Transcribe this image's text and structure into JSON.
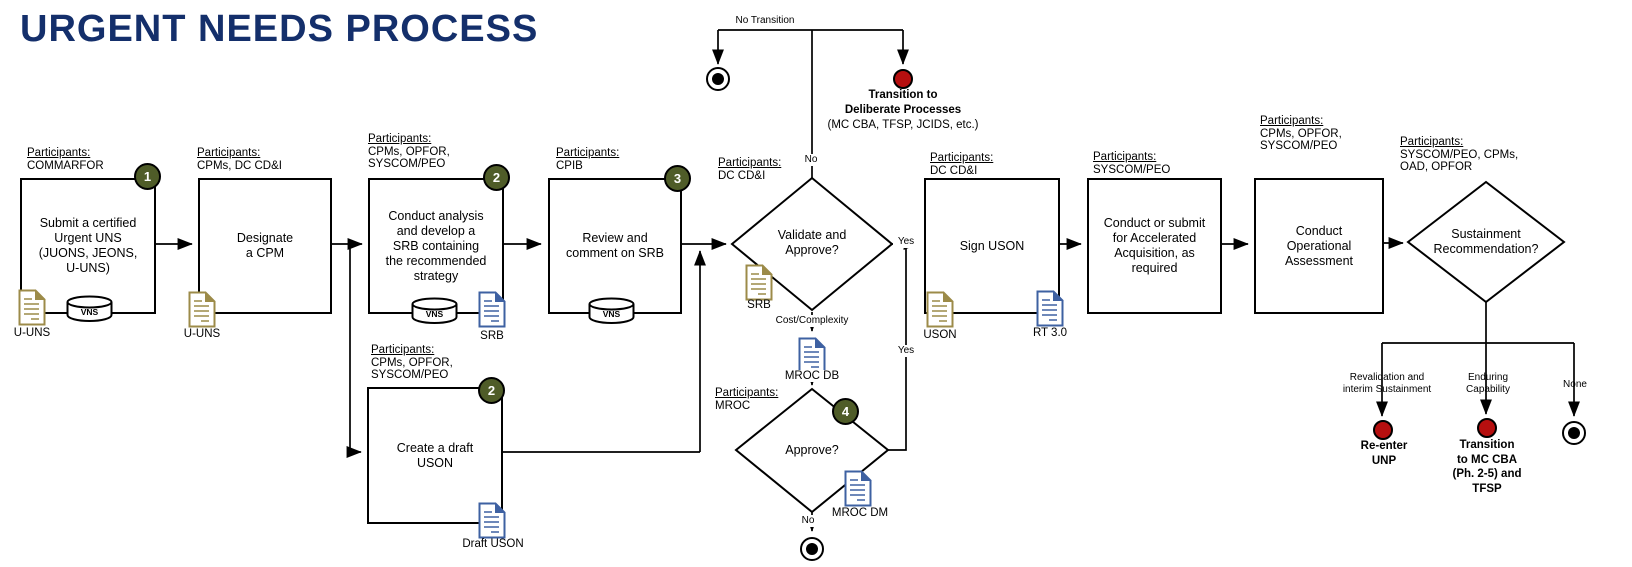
{
  "title": "URGENT NEEDS PROCESS",
  "labels": {
    "participants": "Participants:"
  },
  "steps": {
    "submit": {
      "badge": "1",
      "participants": "COMMARFOR",
      "label": "Submit a certified\nUrgent UNS\n(JUONS, JEONS,\nU-UNS)"
    },
    "designate": {
      "participants": "CPMs, DC CD&I",
      "label": "Designate\na CPM"
    },
    "analysis": {
      "badge": "2",
      "participants": "CPMs, OPFOR,\nSYSCOM/PEO",
      "label": "Conduct analysis\nand develop a\nSRB containing\nthe recommended\nstrategy"
    },
    "review": {
      "badge": "3",
      "participants": "CPIB",
      "label": "Review and\ncomment on SRB"
    },
    "draft": {
      "badge": "2",
      "participants": "CPMs, OPFOR,\nSYSCOM/PEO",
      "label": "Create a draft\nUSON"
    },
    "validate": {
      "participants": "DC CD&I",
      "label": "Validate and\nApprove?"
    },
    "mroc": {
      "badge": "4",
      "participants": "MROC",
      "label": "Approve?"
    },
    "sign": {
      "participants": "DC CD&I",
      "label": "Sign USON"
    },
    "acquisition": {
      "participants": "SYSCOM/PEO",
      "label": "Conduct or submit\nfor Accelerated\nAcquisition, as\nrequired"
    },
    "assessment": {
      "participants": "CPMs, OPFOR,\nSYSCOM/PEO",
      "label": "Conduct\nOperational\nAssessment"
    },
    "sustainment": {
      "participants": "SYSCOM/PEO, CPMs,\nOAD, OPFOR",
      "label": "Sustainment\nRecommendation?"
    }
  },
  "artifacts": {
    "vns": "VNS",
    "u_uns": "U-UNS",
    "srb": "SRB",
    "uson": "USON",
    "rt30": "RT 3.0",
    "mroc_db": "MROC DB",
    "mroc_dm": "MROC DM",
    "draft_uson": "Draft USON"
  },
  "edges": {
    "no_transition": "No Transition",
    "no": "No",
    "yes": "Yes",
    "cost": "Cost/Complexity",
    "revalidation": "Revalidation and\ninterim Sustainment",
    "enduring": "Enduring\nCapability",
    "none": "None"
  },
  "terminals": {
    "deliberate": "Transition to\nDeliberate Processes",
    "deliberate_sub": "(MC CBA, TFSP, JCIDS, etc.)",
    "reenter": "Re-enter\nUNP",
    "mc_cba": "Transition\nto MC CBA\n(Ph. 2-5) and\nTFSP"
  },
  "colors": {
    "title": "#142f6b",
    "badge_green": "#4f5c28",
    "event_red": "#b60f0f",
    "doc_tan": "#9c8b49",
    "doc_blue": "#3e61a2",
    "line": "#000000"
  }
}
